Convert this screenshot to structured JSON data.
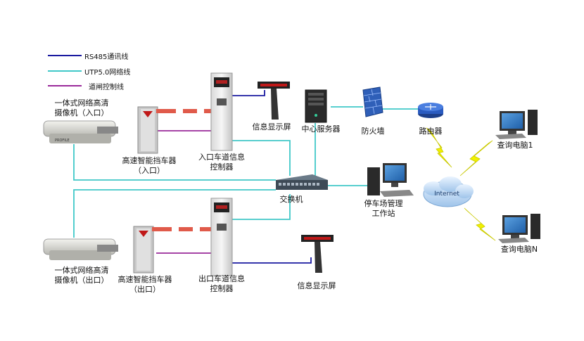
{
  "legend": [
    {
      "label": "RS485通讯线",
      "color": "#1a1aa0"
    },
    {
      "label": "UTP5.0网络线",
      "color": "#40c8c8"
    },
    {
      "label": "道闸控制线",
      "color": "#9a2a9a"
    }
  ],
  "nodes": {
    "camera_in": {
      "line1": "一体式网络高清",
      "line2": "摄像机（入口）"
    },
    "camera_out": {
      "line1": "一体式网络高清",
      "line2": "摄像机（出口）"
    },
    "barrier_in": {
      "line1": "高速智能挡车器",
      "line2": "（入口）"
    },
    "barrier_out": {
      "line1": "高速智能挡车器",
      "line2": "（出口）"
    },
    "controller_in": {
      "line1": "入口车道信息",
      "line2": "控制器"
    },
    "controller_out": {
      "line1": "出口车道信息",
      "line2": "控制器"
    },
    "display_in": {
      "label": "信息显示屏"
    },
    "display_out": {
      "label": "信息显示屏"
    },
    "server": {
      "label": "中心服务器"
    },
    "firewall": {
      "label": "防火墙"
    },
    "router": {
      "label": "路由器"
    },
    "switch": {
      "label": "交换机"
    },
    "workstation": {
      "line1": "停车场管理",
      "line2": "工作站"
    },
    "internet": {
      "label": "Internet"
    },
    "query1": {
      "label": "查询电脑1"
    },
    "queryN": {
      "label": "查询电脑N"
    }
  },
  "colors": {
    "rs485": "#1a1aa0",
    "utp": "#40c8c8",
    "gate": "#9a2a9a",
    "wireless": "#e6e600"
  }
}
